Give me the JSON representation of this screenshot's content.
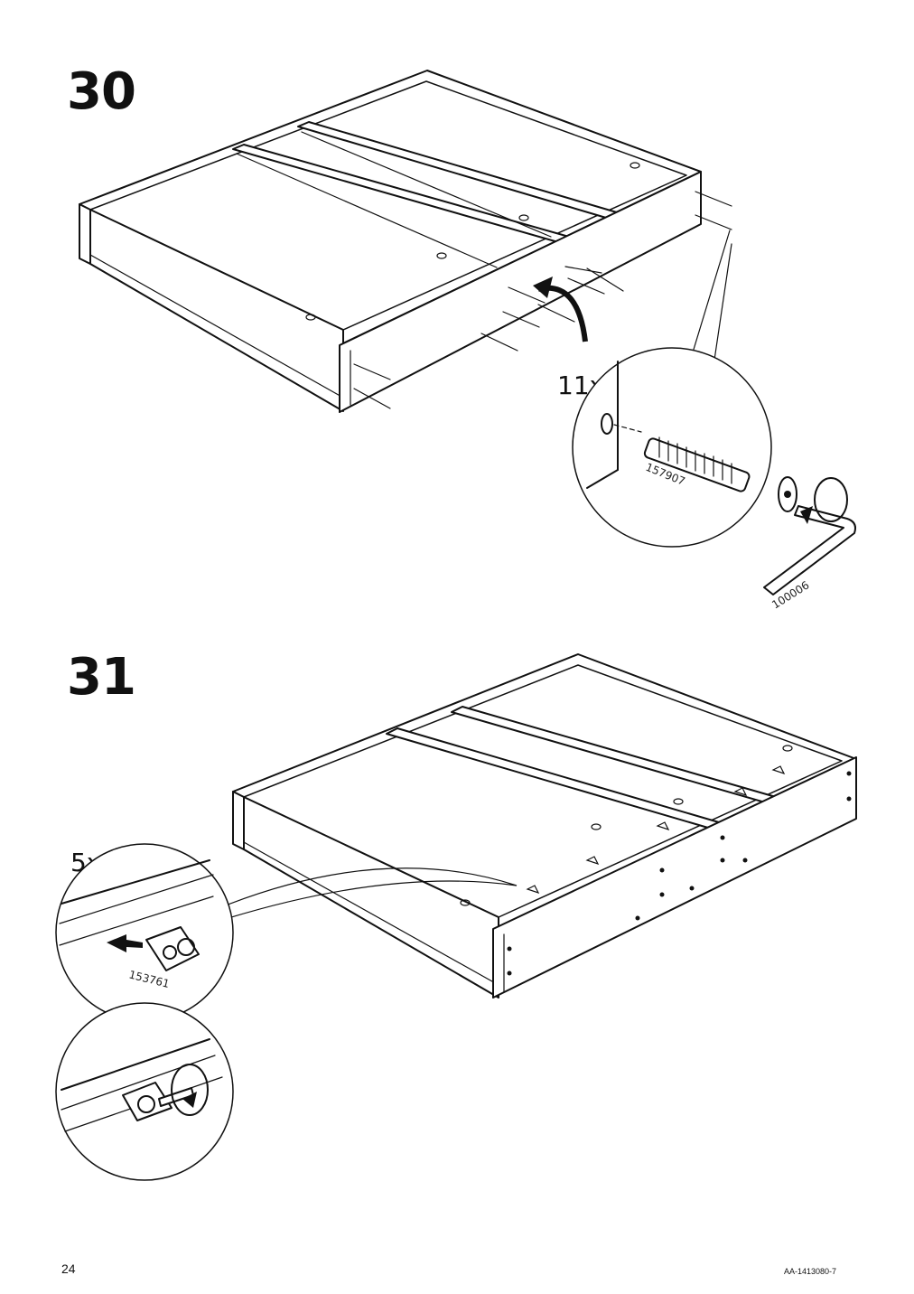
{
  "page": {
    "page_number": "24",
    "document_code": "AA-1413080-7"
  },
  "steps": [
    {
      "number": "30",
      "callout": {
        "quantity": "11x",
        "part_bolt": "157907",
        "part_key": "100006"
      }
    },
    {
      "number": "31",
      "callout": {
        "quantity": "5x",
        "part_bracket": "153761"
      }
    }
  ],
  "icons": {
    "rotate_arrow": "rotate-arrow-icon",
    "push_arrow": "push-arrow-icon",
    "hex_key": "hex-key-icon",
    "screwdriver": "screwdriver-icon"
  }
}
